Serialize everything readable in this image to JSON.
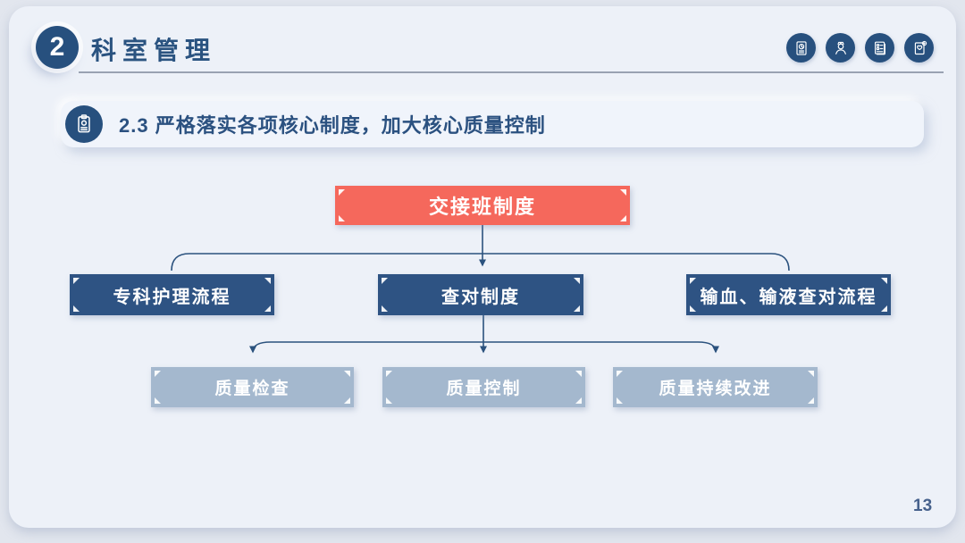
{
  "colors": {
    "accent_red": "#F5685C",
    "dark_blue": "#2E5383",
    "light_blue": "#A4B8CE",
    "badge_blue": "#27507E",
    "title_blue": "#2A5380",
    "card_background": "#EDF1F8"
  },
  "header": {
    "section_number": "2",
    "title": "科室管理",
    "icons": [
      "report-chart-icon",
      "nurse-icon",
      "checklist-icon",
      "medical-report-icon"
    ]
  },
  "subtitle": {
    "icon": "clipboard-icon",
    "text": "2.3 严格落实各项核心制度，加大核心质量控制"
  },
  "diagram": {
    "type": "hierarchy-flowchart",
    "root": {
      "label": "交接班制度",
      "color": "#F5685C"
    },
    "level2": [
      {
        "label": "专科护理流程"
      },
      {
        "label": "查对制度"
      },
      {
        "label": "输血、输液查对流程"
      }
    ],
    "level3": [
      {
        "label": "质量检查"
      },
      {
        "label": "质量控制"
      },
      {
        "label": "质量持续改进"
      }
    ],
    "edges": [
      "交接班制度 → 专科护理流程",
      "交接班制度 → 查对制度",
      "交接班制度 → 输血、输液查对流程",
      "查对制度 → 质量检查",
      "查对制度 → 质量控制",
      "查对制度 → 质量持续改进"
    ]
  },
  "footer": {
    "page_number": "13"
  }
}
